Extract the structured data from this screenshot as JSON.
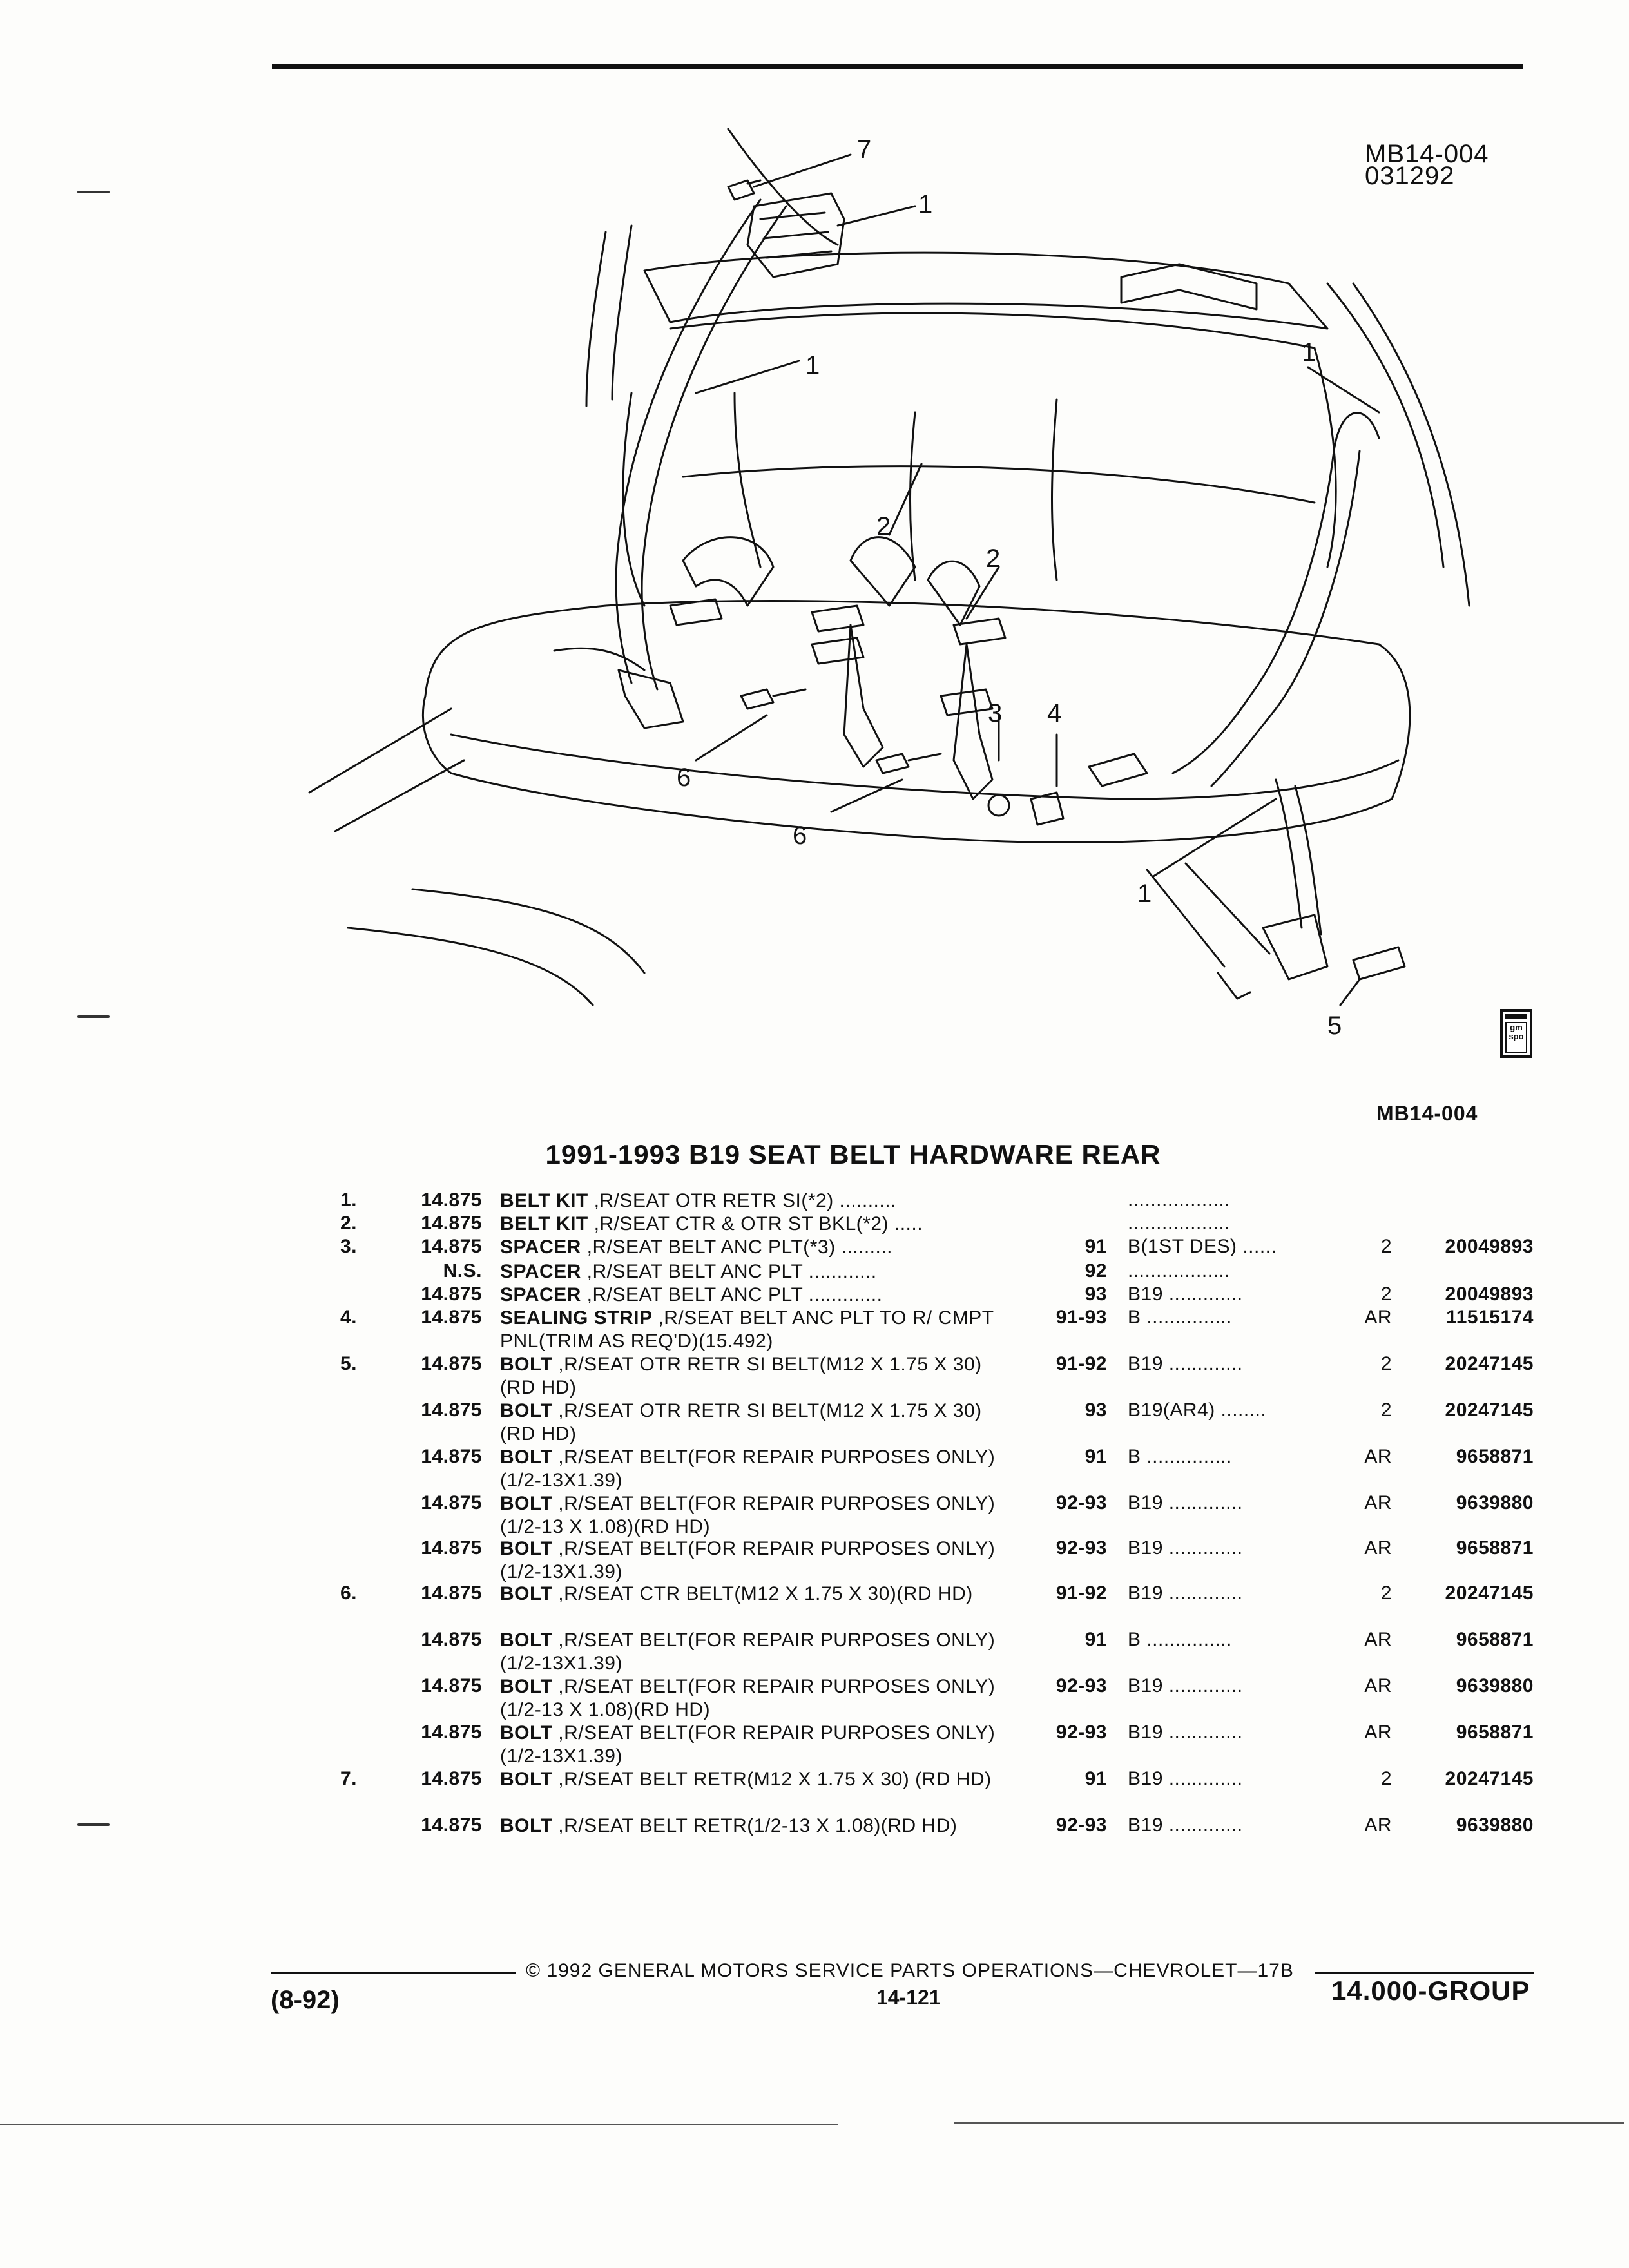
{
  "figure": {
    "id_line1": "MB14-004",
    "id_line2": "031292",
    "caption": "MB14-004",
    "callouts": {
      "c1": "1",
      "c2": "2",
      "c3": "3",
      "c4": "4",
      "c5": "5",
      "c6": "6",
      "c7": "7"
    },
    "logo_text": "gm spo"
  },
  "section_title": "1991-1993 B19 SEAT BELT HARDWARE REAR",
  "parts": [
    {
      "num": "1.",
      "grp": "14.875",
      "name": "BELT KIT",
      "rest": " ,R/SEAT OTR RETR SI(*2) ..........",
      "yr": "",
      "model": "..................",
      "qty": "",
      "pn": ""
    },
    {
      "num": "2.",
      "grp": "14.875",
      "name": "BELT KIT",
      "rest": " ,R/SEAT CTR & OTR ST BKL(*2) .....",
      "yr": "",
      "model": "..................",
      "qty": "",
      "pn": ""
    },
    {
      "num": "3.",
      "grp": "14.875",
      "name": "SPACER",
      "rest": " ,R/SEAT BELT ANC PLT(*3) .........",
      "yr": "91",
      "model": "B(1ST DES) ......",
      "qty": "2",
      "pn": "20049893"
    },
    {
      "num": "",
      "grp": "N.S.",
      "name": "SPACER",
      "rest": " ,R/SEAT BELT ANC PLT ............",
      "yr": "92",
      "model": "..................",
      "qty": "",
      "pn": ""
    },
    {
      "num": "",
      "grp": "14.875",
      "name": "SPACER",
      "rest": " ,R/SEAT BELT ANC PLT .............",
      "yr": "93",
      "model": "B19 .............",
      "qty": "2",
      "pn": "20049893"
    },
    {
      "num": "4.",
      "grp": "14.875",
      "name": "SEALING STRIP",
      "rest": " ,R/SEAT BELT ANC PLT TO R/ CMPT PNL(TRIM AS REQ'D)(15.492)",
      "yr": "91-93",
      "model": "B ...............",
      "qty": "AR",
      "pn": "11515174"
    },
    {
      "num": "5.",
      "grp": "14.875",
      "name": "BOLT",
      "rest": " ,R/SEAT OTR RETR SI BELT(M12 X 1.75 X 30)(RD HD)",
      "yr": "91-92",
      "model": "B19 .............",
      "qty": "2",
      "pn": "20247145"
    },
    {
      "num": "",
      "grp": "14.875",
      "name": "BOLT",
      "rest": " ,R/SEAT OTR RETR SI BELT(M12 X 1.75 X 30)(RD HD)",
      "yr": "93",
      "model": "B19(AR4) ........",
      "qty": "2",
      "pn": "20247145"
    },
    {
      "num": "",
      "grp": "14.875",
      "name": "BOLT",
      "rest": " ,R/SEAT BELT(FOR REPAIR PURPOSES ONLY)(1/2-13X1.39)",
      "yr": "91",
      "model": "B ...............",
      "qty": "AR",
      "pn": "9658871"
    },
    {
      "num": "",
      "grp": "14.875",
      "name": "BOLT",
      "rest": " ,R/SEAT BELT(FOR REPAIR PURPOSES ONLY)(1/2-13 X 1.08)(RD HD)",
      "yr": "92-93",
      "model": "B19 .............",
      "qty": "AR",
      "pn": "9639880"
    },
    {
      "num": "",
      "grp": "14.875",
      "name": "BOLT",
      "rest": " ,R/SEAT BELT(FOR REPAIR PURPOSES ONLY)(1/2-13X1.39)",
      "yr": "92-93",
      "model": "B19 .............",
      "qty": "AR",
      "pn": "9658871"
    },
    {
      "num": "6.",
      "grp": "14.875",
      "name": "BOLT",
      "rest": " ,R/SEAT CTR BELT(M12 X 1.75 X 30)(RD HD)",
      "yr": "91-92",
      "model": "B19 .............",
      "qty": "2",
      "pn": "20247145"
    },
    {
      "num": "",
      "grp": "14.875",
      "name": "BOLT",
      "rest": " ,R/SEAT BELT(FOR REPAIR PURPOSES ONLY)(1/2-13X1.39)",
      "yr": "91",
      "model": "B ...............",
      "qty": "AR",
      "pn": "9658871"
    },
    {
      "num": "",
      "grp": "14.875",
      "name": "BOLT",
      "rest": " ,R/SEAT BELT(FOR REPAIR PURPOSES ONLY)(1/2-13 X 1.08)(RD HD)",
      "yr": "92-93",
      "model": "B19 .............",
      "qty": "AR",
      "pn": "9639880"
    },
    {
      "num": "",
      "grp": "14.875",
      "name": "BOLT",
      "rest": " ,R/SEAT BELT(FOR REPAIR PURPOSES ONLY)(1/2-13X1.39)",
      "yr": "92-93",
      "model": "B19 .............",
      "qty": "AR",
      "pn": "9658871"
    },
    {
      "num": "7.",
      "grp": "14.875",
      "name": "BOLT",
      "rest": " ,R/SEAT BELT RETR(M12 X 1.75 X 30) (RD HD)",
      "yr": "91",
      "model": "B19 .............",
      "qty": "2",
      "pn": "20247145"
    },
    {
      "num": "",
      "grp": "14.875",
      "name": "BOLT",
      "rest": " ,R/SEAT BELT RETR(1/2-13 X 1.08)(RD HD)",
      "yr": "92-93",
      "model": "B19 .............",
      "qty": "AR",
      "pn": "9639880"
    }
  ],
  "footer": {
    "copyright": "© 1992 GENERAL MOTORS SERVICE PARTS OPERATIONS—CHEVROLET—17B",
    "page": "14-121",
    "date_code": "(8-92)",
    "group": "14.000-GROUP"
  }
}
